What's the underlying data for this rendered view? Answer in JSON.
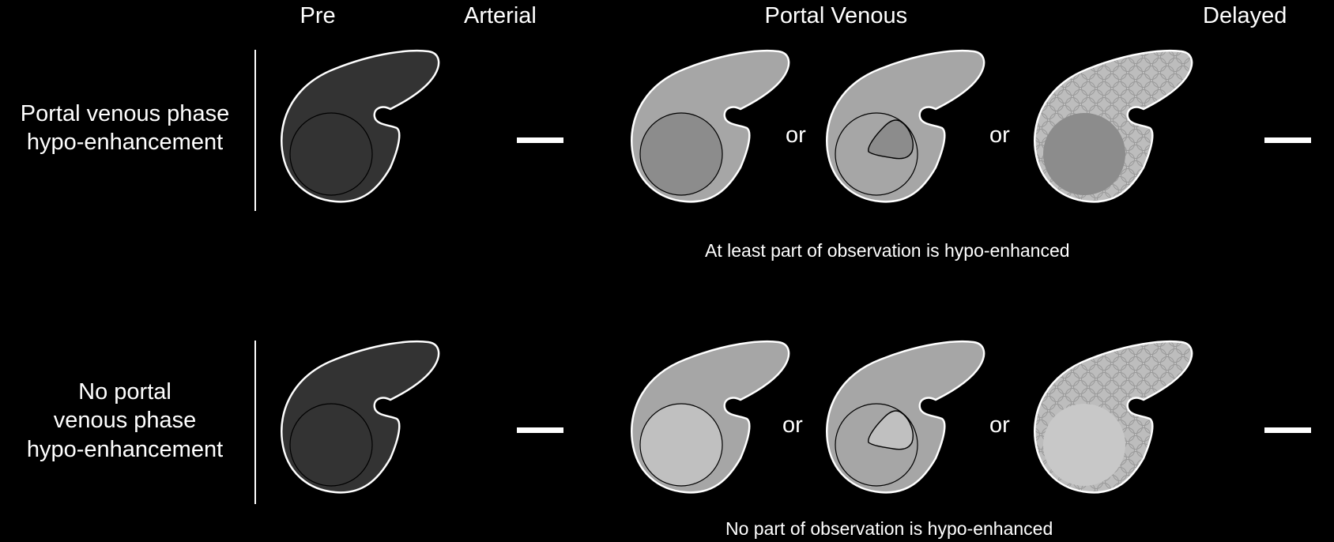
{
  "headers": {
    "pre": "Pre",
    "arterial": "Arterial",
    "portal_venous": "Portal Venous",
    "delayed": "Delayed"
  },
  "rows": [
    {
      "label_lines": [
        "Portal venous phase",
        "hypo-enhancement"
      ],
      "or_1": "or",
      "or_2": "or",
      "caption": "At least part of observation is hypo-enhanced"
    },
    {
      "label_lines": [
        "No portal",
        "venous phase",
        "hypo-enhancement"
      ],
      "or_1": "or",
      "or_2": "or",
      "caption": "No part of observation is hypo-enhanced"
    }
  ],
  "colors": {
    "background": "#000000",
    "pre_liver": "#333333",
    "pv_liver": "#a6a6a6",
    "hypo_lesion": "#8c8c8c",
    "iso_lesion": "#c0c0c0",
    "outline": "#ffffff"
  }
}
